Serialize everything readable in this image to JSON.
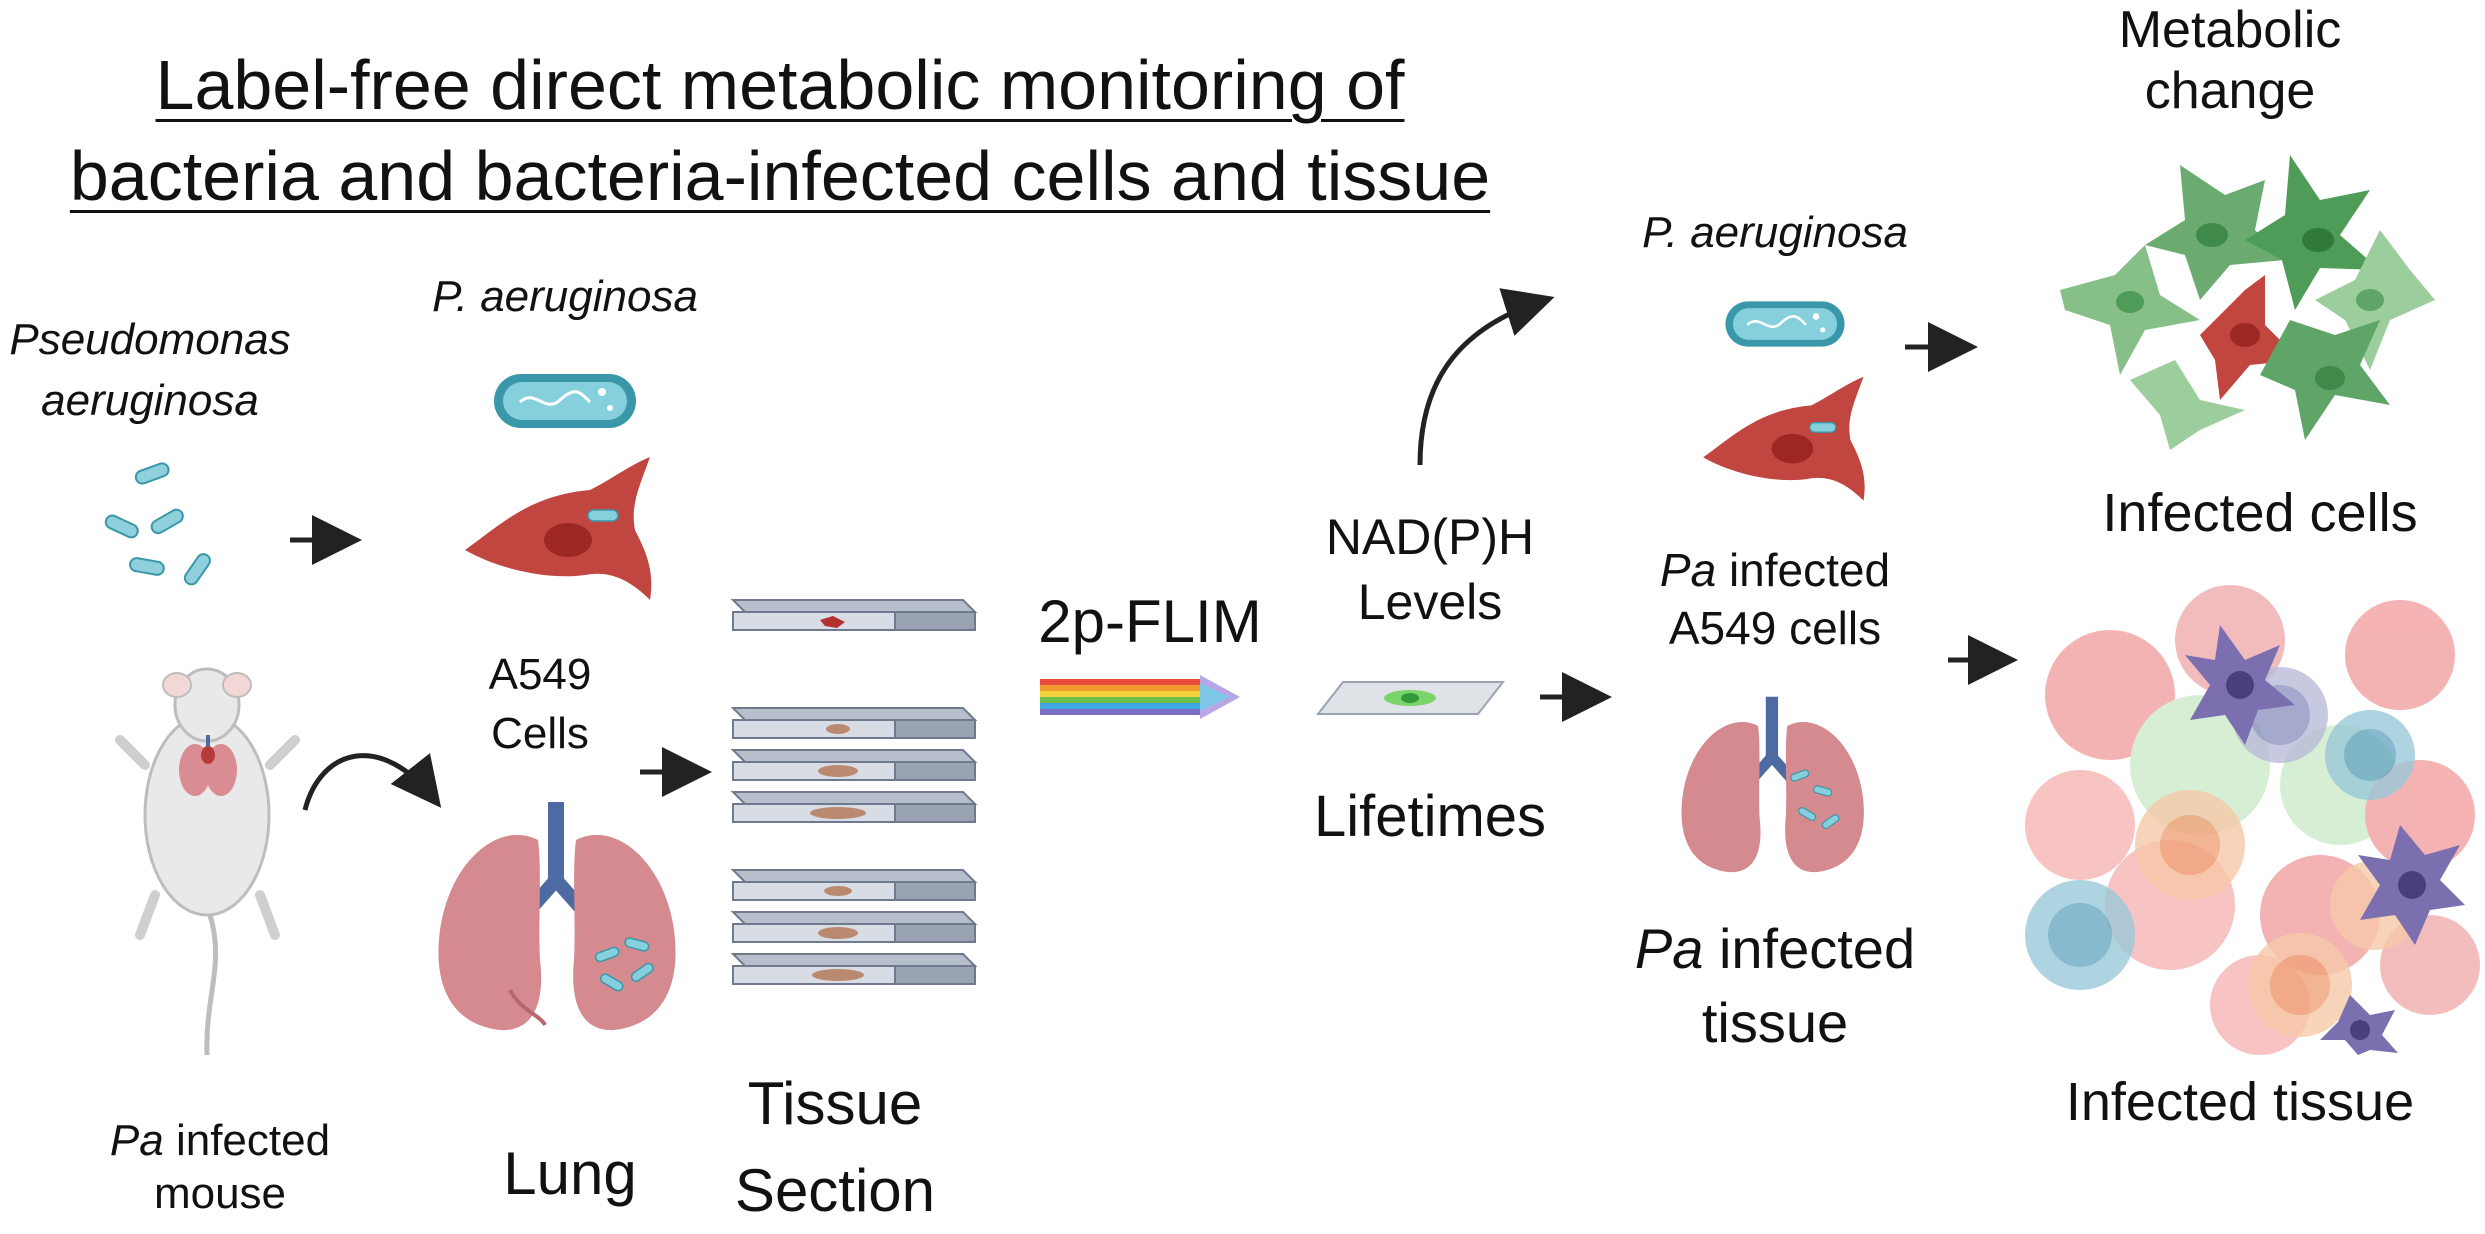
{
  "title": {
    "line1": "Label-free direct metabolic monitoring of",
    "line2": "bacteria and bacteria-infected cells and tissue"
  },
  "left": {
    "species": [
      "Pseudomonas",
      "aeruginosa"
    ],
    "mouse_label": {
      "abbr": "Pa",
      "rest": " infected",
      "line2": "mouse"
    }
  },
  "middle": {
    "bacterium_label": "P. aeruginosa",
    "cells_label": [
      "A549",
      "Cells"
    ],
    "lung_label": "Lung",
    "tissue_section_label": [
      "Tissue",
      "Section"
    ]
  },
  "flim": {
    "method": "2p-FLIM",
    "readout": [
      "NAD(P)H",
      "Levels"
    ],
    "lifetimes": "Lifetimes"
  },
  "right": {
    "bacterium_label": "P. aeruginosa",
    "infected_cells_label": {
      "abbr": "Pa",
      "rest": " infected",
      "line2": "A549 cells"
    },
    "infected_tissue_label": {
      "abbr": "Pa",
      "rest": " infected",
      "line2": "tissue"
    }
  },
  "outcome": {
    "metabolic_change": [
      "Metabolic",
      "change"
    ],
    "infected_cells": "Infected cells",
    "infected_tissue": "Infected tissue"
  },
  "colors": {
    "bacterium": "#74c5d3",
    "bacterium_dark": "#3a97aa",
    "host_cell": "#c0463f",
    "lung": "#d48a8f",
    "trachea": "#4e6aa3",
    "green_cell": "#5ea567",
    "arrow": "#222222"
  }
}
